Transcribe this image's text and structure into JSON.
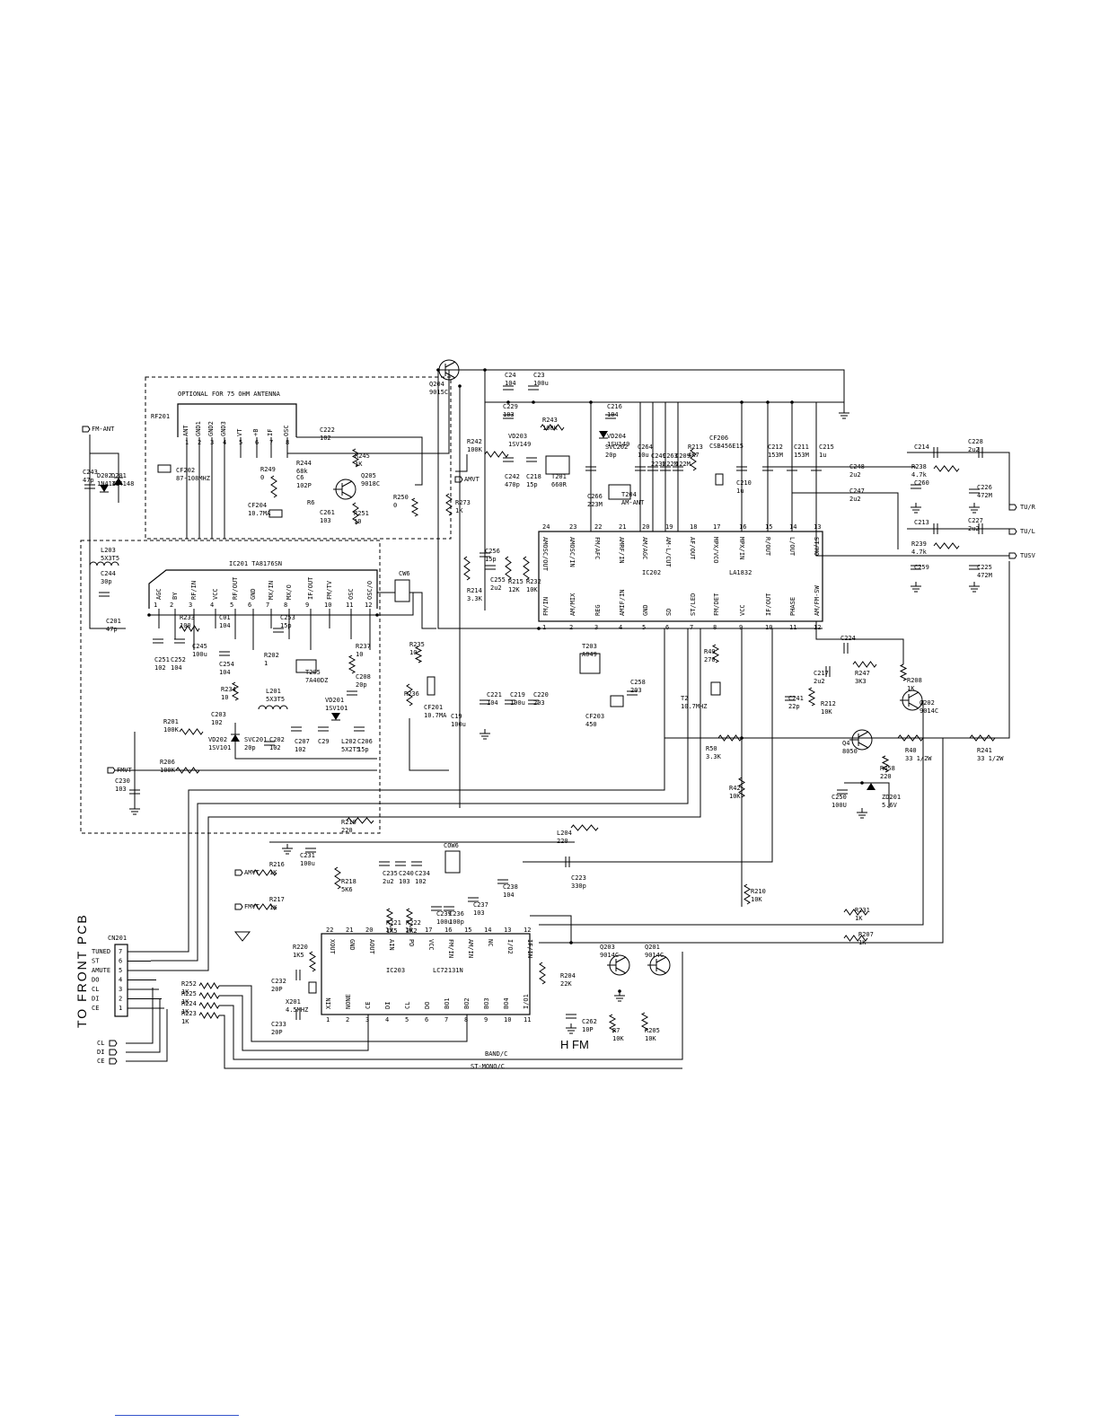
{
  "sheet": {
    "antenna_box_title": "OPTIONAL FOR 75 OHM ANTENNA",
    "side_title": "TO FRONT PCB",
    "hfm_label": "H FM",
    "band_label": "BAND/C",
    "stmono_label": "ST-MONO/C"
  },
  "ics": [
    {
      "ref": "IC201",
      "part": "TA8176SN",
      "pins": [
        "AGC",
        "BY",
        "RF/IN",
        "VCC",
        "RF/OUT",
        "GND",
        "MX/IN",
        "MX/O",
        "IF/OUT",
        "FM/TV",
        "OSC",
        "OSC/O"
      ]
    },
    {
      "ref": "IC202",
      "part": "LA1832",
      "top_pins": [
        "AMOSC/OUT",
        "AMOSC/IN",
        "FM/AFC",
        "AMRF/IN",
        "AM/AGC",
        "AM-L/CUT",
        "AF/OUT",
        "MPX/VCO",
        "MPX/IN",
        "R/OUT",
        "L/OUT",
        "ST/MO"
      ],
      "bottom_pins": [
        "FM/IN",
        "AM/MIX",
        "REG",
        "AMIF/IN",
        "GND",
        "SD",
        "ST/LED",
        "FM/DET",
        "VCC",
        "IF/OUT",
        "PHASE",
        "AM/FM-SW"
      ]
    },
    {
      "ref": "IC203",
      "part": "LC72131N",
      "top_pins": [
        "XOUT",
        "GND",
        "AOUT",
        "AIN",
        "PD",
        "VCC",
        "FM/IN",
        "AM/IN",
        "NC",
        "I/O2",
        "IF/IN"
      ],
      "bottom_pins": [
        "XIN",
        "NONE",
        "CE",
        "DI",
        "CL",
        "DO",
        "BO1",
        "BO2",
        "BO3",
        "BO4",
        "I/O1"
      ]
    }
  ],
  "rf_module": {
    "ref": "RF201",
    "pins": [
      "ANT",
      "GND1",
      "GND2",
      "GND3",
      "VT",
      "+B",
      "IF",
      "OSC"
    ]
  },
  "connector": {
    "ref": "CN201",
    "pins": [
      {
        "num": "7",
        "name": "TUNED"
      },
      {
        "num": "6",
        "name": "ST"
      },
      {
        "num": "5",
        "name": "AMUTE"
      },
      {
        "num": "4",
        "name": "DO"
      },
      {
        "num": "3",
        "name": "CL"
      },
      {
        "num": "2",
        "name": "DI"
      },
      {
        "num": "1",
        "name": "CE"
      }
    ]
  },
  "terminals": [
    "FM-ANT",
    "AMVT",
    "FMVT",
    "AMVT",
    "FMVT",
    "TU/R",
    "TU/L",
    "TUSV",
    "CL",
    "DI",
    "CE"
  ],
  "parts": [
    {
      "ref": "Q204",
      "value": "9015C"
    },
    {
      "ref": "C24",
      "value": "104"
    },
    {
      "ref": "C23",
      "value": "100u"
    },
    {
      "ref": "C229",
      "value": "103"
    },
    {
      "ref": "C216",
      "value": "104"
    },
    {
      "ref": "R243",
      "value": "100K"
    },
    {
      "ref": "VD203",
      "value": "1SV149"
    },
    {
      "ref": "VD204",
      "value": "1SV149"
    },
    {
      "ref": "R242",
      "value": "100K"
    },
    {
      "ref": "C242",
      "value": "470p"
    },
    {
      "ref": "C218",
      "value": "15p"
    },
    {
      "ref": "T201",
      "value": "660R"
    },
    {
      "ref": "SVC202",
      "value": "20p"
    },
    {
      "ref": "C266",
      "value": "223M"
    },
    {
      "ref": "T204",
      "value": "AM-ANT"
    },
    {
      "ref": "C264",
      "value": "10u"
    },
    {
      "ref": "C249",
      "value": "223M"
    },
    {
      "ref": "C263",
      "value": "222M"
    },
    {
      "ref": "C209",
      "value": "222M"
    },
    {
      "ref": "R213",
      "value": "4K7"
    },
    {
      "ref": "CF206",
      "value": "CSB456E15"
    },
    {
      "ref": "C210",
      "value": "1u"
    },
    {
      "ref": "C212",
      "value": "153M"
    },
    {
      "ref": "C211",
      "value": "153M"
    },
    {
      "ref": "C215",
      "value": "1u"
    },
    {
      "ref": "C248",
      "value": "2u2"
    },
    {
      "ref": "C247",
      "value": "2u2"
    },
    {
      "ref": "C214",
      "value": ""
    },
    {
      "ref": "C228",
      "value": "2u2"
    },
    {
      "ref": "R238",
      "value": "4.7k"
    },
    {
      "ref": "C260",
      "value": ""
    },
    {
      "ref": "C226",
      "value": "472M"
    },
    {
      "ref": "C213",
      "value": ""
    },
    {
      "ref": "C227",
      "value": "2u2"
    },
    {
      "ref": "R239",
      "value": "4.7k"
    },
    {
      "ref": "C259",
      "value": ""
    },
    {
      "ref": "C225",
      "value": "472M"
    },
    {
      "ref": "C222",
      "value": "102"
    },
    {
      "ref": "R245",
      "value": "1K"
    },
    {
      "ref": "R244",
      "value": "68k"
    },
    {
      "ref": "C6",
      "value": "102P"
    },
    {
      "ref": "R249",
      "value": "0"
    },
    {
      "ref": "Q205",
      "value": "9018C"
    },
    {
      "ref": "R6",
      "value": ""
    },
    {
      "ref": "C261",
      "value": "103"
    },
    {
      "ref": "R251",
      "value": "10"
    },
    {
      "ref": "CF204",
      "value": "10.7MA"
    },
    {
      "ref": "R250",
      "value": "0"
    },
    {
      "ref": "R273",
      "value": "1K"
    },
    {
      "ref": "CF202",
      "value": "87-108MHZ"
    },
    {
      "ref": "C243",
      "value": "47p"
    },
    {
      "ref": "D202",
      "value": "1N4148"
    },
    {
      "ref": "D201",
      "value": "1N4148"
    },
    {
      "ref": "L203",
      "value": "5X3T5"
    },
    {
      "ref": "C244",
      "value": "30p"
    },
    {
      "ref": "C201",
      "value": "47p"
    },
    {
      "ref": "R233",
      "value": "100"
    },
    {
      "ref": "C01",
      "value": "104"
    },
    {
      "ref": "C253",
      "value": "15p"
    },
    {
      "ref": "C251",
      "value": "102"
    },
    {
      "ref": "C252",
      "value": "104"
    },
    {
      "ref": "C245",
      "value": "100u"
    },
    {
      "ref": "C254",
      "value": "104"
    },
    {
      "ref": "R202",
      "value": "1"
    },
    {
      "ref": "T205",
      "value": "7A40DZ"
    },
    {
      "ref": "R237",
      "value": "10"
    },
    {
      "ref": "C208",
      "value": "20p"
    },
    {
      "ref": "R234",
      "value": "10"
    },
    {
      "ref": "L201",
      "value": "5X3T5"
    },
    {
      "ref": "VD201",
      "value": "1SV101"
    },
    {
      "ref": "R201",
      "value": "100K"
    },
    {
      "ref": "C203",
      "value": "102"
    },
    {
      "ref": "VD202",
      "value": "1SV101"
    },
    {
      "ref": "SVC201",
      "value": "20p"
    },
    {
      "ref": "C202",
      "value": "102"
    },
    {
      "ref": "C207",
      "value": "102"
    },
    {
      "ref": "C29",
      "value": ""
    },
    {
      "ref": "L202",
      "value": "5X2T5"
    },
    {
      "ref": "C206",
      "value": "15p"
    },
    {
      "ref": "R206",
      "value": "100K"
    },
    {
      "ref": "C230",
      "value": "103"
    },
    {
      "ref": "CW6",
      "value": ""
    },
    {
      "ref": "R235",
      "value": "10"
    },
    {
      "ref": "R236",
      "value": ""
    },
    {
      "ref": "CF201",
      "value": "10.7MA"
    },
    {
      "ref": "C19",
      "value": "100u"
    },
    {
      "ref": "R214",
      "value": "3.3K"
    },
    {
      "ref": "C255",
      "value": "2u2"
    },
    {
      "ref": "C256",
      "value": "15p"
    },
    {
      "ref": "R215",
      "value": "12K"
    },
    {
      "ref": "R232",
      "value": "10K"
    },
    {
      "ref": "C221",
      "value": "104"
    },
    {
      "ref": "C219",
      "value": "100u"
    },
    {
      "ref": "C220",
      "value": "203"
    },
    {
      "ref": "T203",
      "value": "A049"
    },
    {
      "ref": "CF203",
      "value": "450"
    },
    {
      "ref": "C258",
      "value": "203"
    },
    {
      "ref": "R49",
      "value": "270"
    },
    {
      "ref": "T2",
      "value": "10.7MHZ"
    },
    {
      "ref": "C224",
      "value": ""
    },
    {
      "ref": "C217",
      "value": "2u2"
    },
    {
      "ref": "R247",
      "value": "3K3"
    },
    {
      "ref": "R208",
      "value": "1K"
    },
    {
      "ref": "Q202",
      "value": "9014C"
    },
    {
      "ref": "C241",
      "value": "22p"
    },
    {
      "ref": "R212",
      "value": "10K"
    },
    {
      "ref": "R50",
      "value": "3.3K"
    },
    {
      "ref": "Q4",
      "value": "8050"
    },
    {
      "ref": "R458",
      "value": "220"
    },
    {
      "ref": "R40",
      "value": "33 1/2W"
    },
    {
      "ref": "R241",
      "value": "33 1/2W"
    },
    {
      "ref": "C250",
      "value": "100U"
    },
    {
      "ref": "ZD201",
      "value": "5.6V"
    },
    {
      "ref": "R42",
      "value": "10K"
    },
    {
      "ref": "R219",
      "value": "220"
    },
    {
      "ref": "L204",
      "value": "220"
    },
    {
      "ref": "C231",
      "value": "100u"
    },
    {
      "ref": "R216",
      "value": "1K"
    },
    {
      "ref": "R218",
      "value": "5K6"
    },
    {
      "ref": "R217",
      "value": "1K"
    },
    {
      "ref": "C235",
      "value": "2u2"
    },
    {
      "ref": "C240",
      "value": "103"
    },
    {
      "ref": "C234",
      "value": "102"
    },
    {
      "ref": "COW6",
      "value": ""
    },
    {
      "ref": "R221",
      "value": "1K5"
    },
    {
      "ref": "R222",
      "value": "2K2"
    },
    {
      "ref": "C239",
      "value": "100u"
    },
    {
      "ref": "C236",
      "value": "100p"
    },
    {
      "ref": "C237",
      "value": "103"
    },
    {
      "ref": "C238",
      "value": "104"
    },
    {
      "ref": "C223",
      "value": "330p"
    },
    {
      "ref": "R210",
      "value": "10K"
    },
    {
      "ref": "R231",
      "value": "1K"
    },
    {
      "ref": "R207",
      "value": "1K"
    },
    {
      "ref": "R220",
      "value": "1K5"
    },
    {
      "ref": "C232",
      "value": "20P"
    },
    {
      "ref": "X201",
      "value": "4.5MHZ"
    },
    {
      "ref": "C233",
      "value": "20P"
    },
    {
      "ref": "R204",
      "value": "22K"
    },
    {
      "ref": "Q203",
      "value": "9014C"
    },
    {
      "ref": "Q201",
      "value": "9014C"
    },
    {
      "ref": "C262",
      "value": "10P"
    },
    {
      "ref": "R7",
      "value": "10K"
    },
    {
      "ref": "R205",
      "value": "10K"
    },
    {
      "ref": "R252",
      "value": "1K"
    },
    {
      "ref": "R225",
      "value": "1K"
    },
    {
      "ref": "R224",
      "value": "1K"
    },
    {
      "ref": "R223",
      "value": "1K"
    }
  ]
}
